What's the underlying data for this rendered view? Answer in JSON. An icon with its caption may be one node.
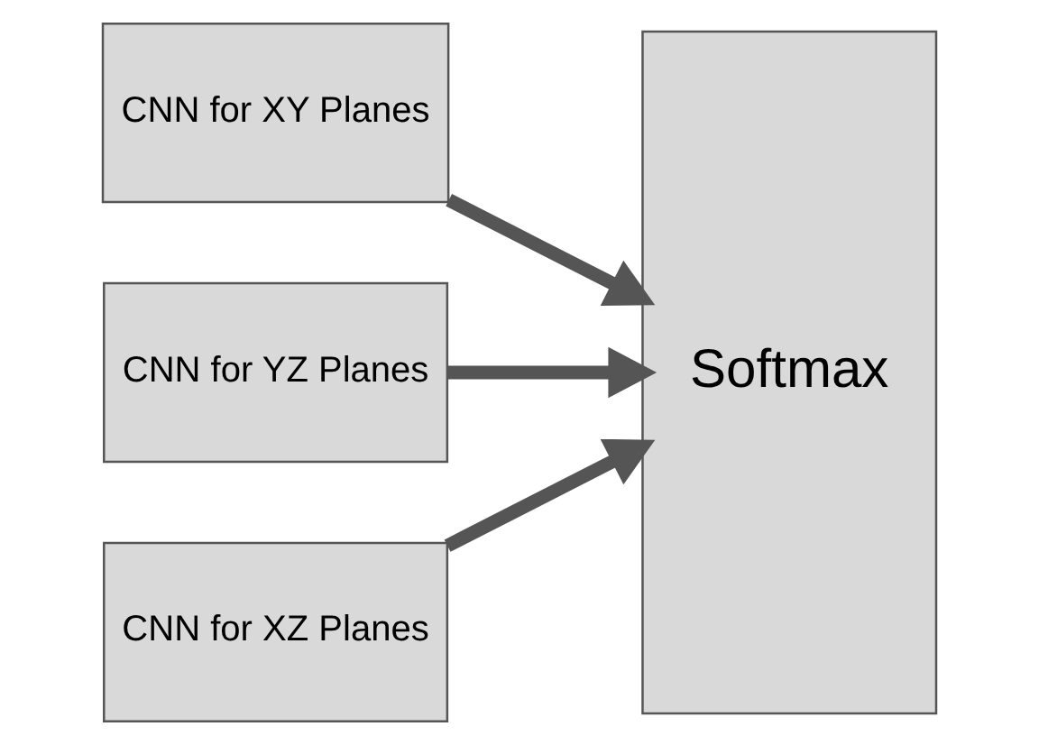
{
  "diagram": {
    "nodes": [
      {
        "text": [
          "CNN for XY Planes"
        ]
      },
      {
        "text": [
          "CNN for YZ Planes"
        ]
      },
      {
        "text": [
          "CNN for XZ Planes"
        ]
      },
      {
        "text": [
          "Softmax"
        ]
      }
    ],
    "edges": [
      {
        "from": 0,
        "to": 3,
        "arrow": "to"
      },
      {
        "from": 1,
        "to": 3,
        "arrow": "to"
      },
      {
        "from": 2,
        "to": 3,
        "arrow": "to"
      }
    ]
  }
}
